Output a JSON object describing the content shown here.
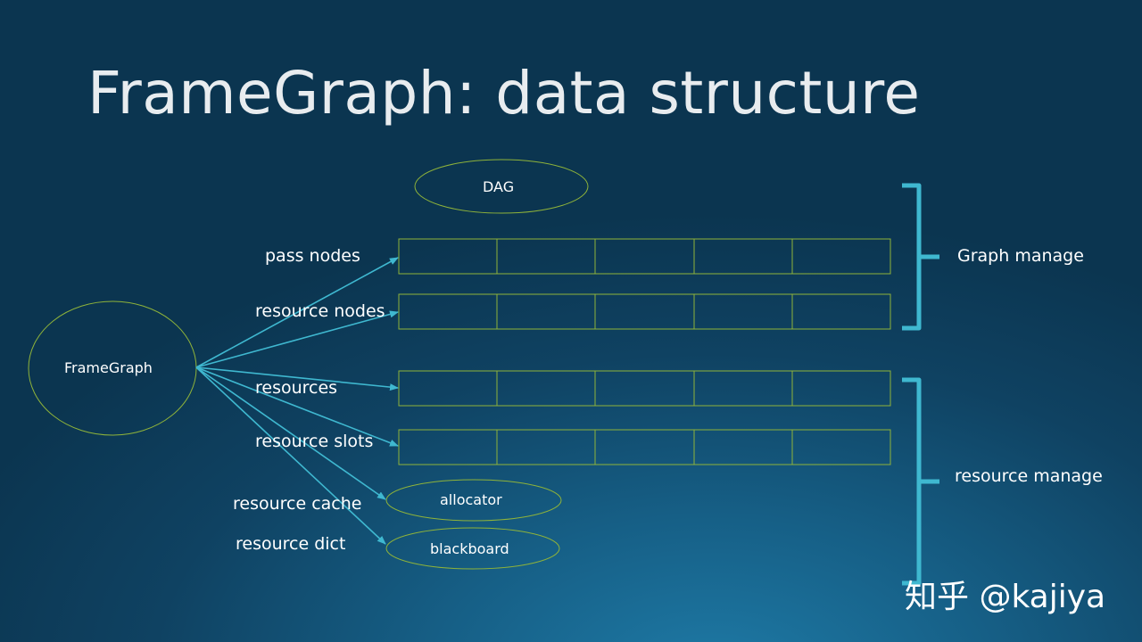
{
  "title": "FrameGraph: data structure",
  "root": {
    "label": "FrameGraph"
  },
  "dag": {
    "label": "DAG"
  },
  "arrays": [
    {
      "label": "pass nodes",
      "cells": 5
    },
    {
      "label": "resource nodes",
      "cells": 5
    },
    {
      "label": "resources",
      "cells": 5
    },
    {
      "label": "resource slots",
      "cells": 5
    }
  ],
  "objects": [
    {
      "label": "resource cache",
      "target": "allocator"
    },
    {
      "label": "resource dict",
      "target": "blackboard"
    }
  ],
  "groups": [
    {
      "label": "Graph manage"
    },
    {
      "label": "resource manage"
    }
  ],
  "watermark": "知乎 @kajiya",
  "colors": {
    "outline": "#8fb33a",
    "arrow": "#3fb8d0",
    "brace": "#3fb8d0",
    "text": "#ffffff"
  }
}
